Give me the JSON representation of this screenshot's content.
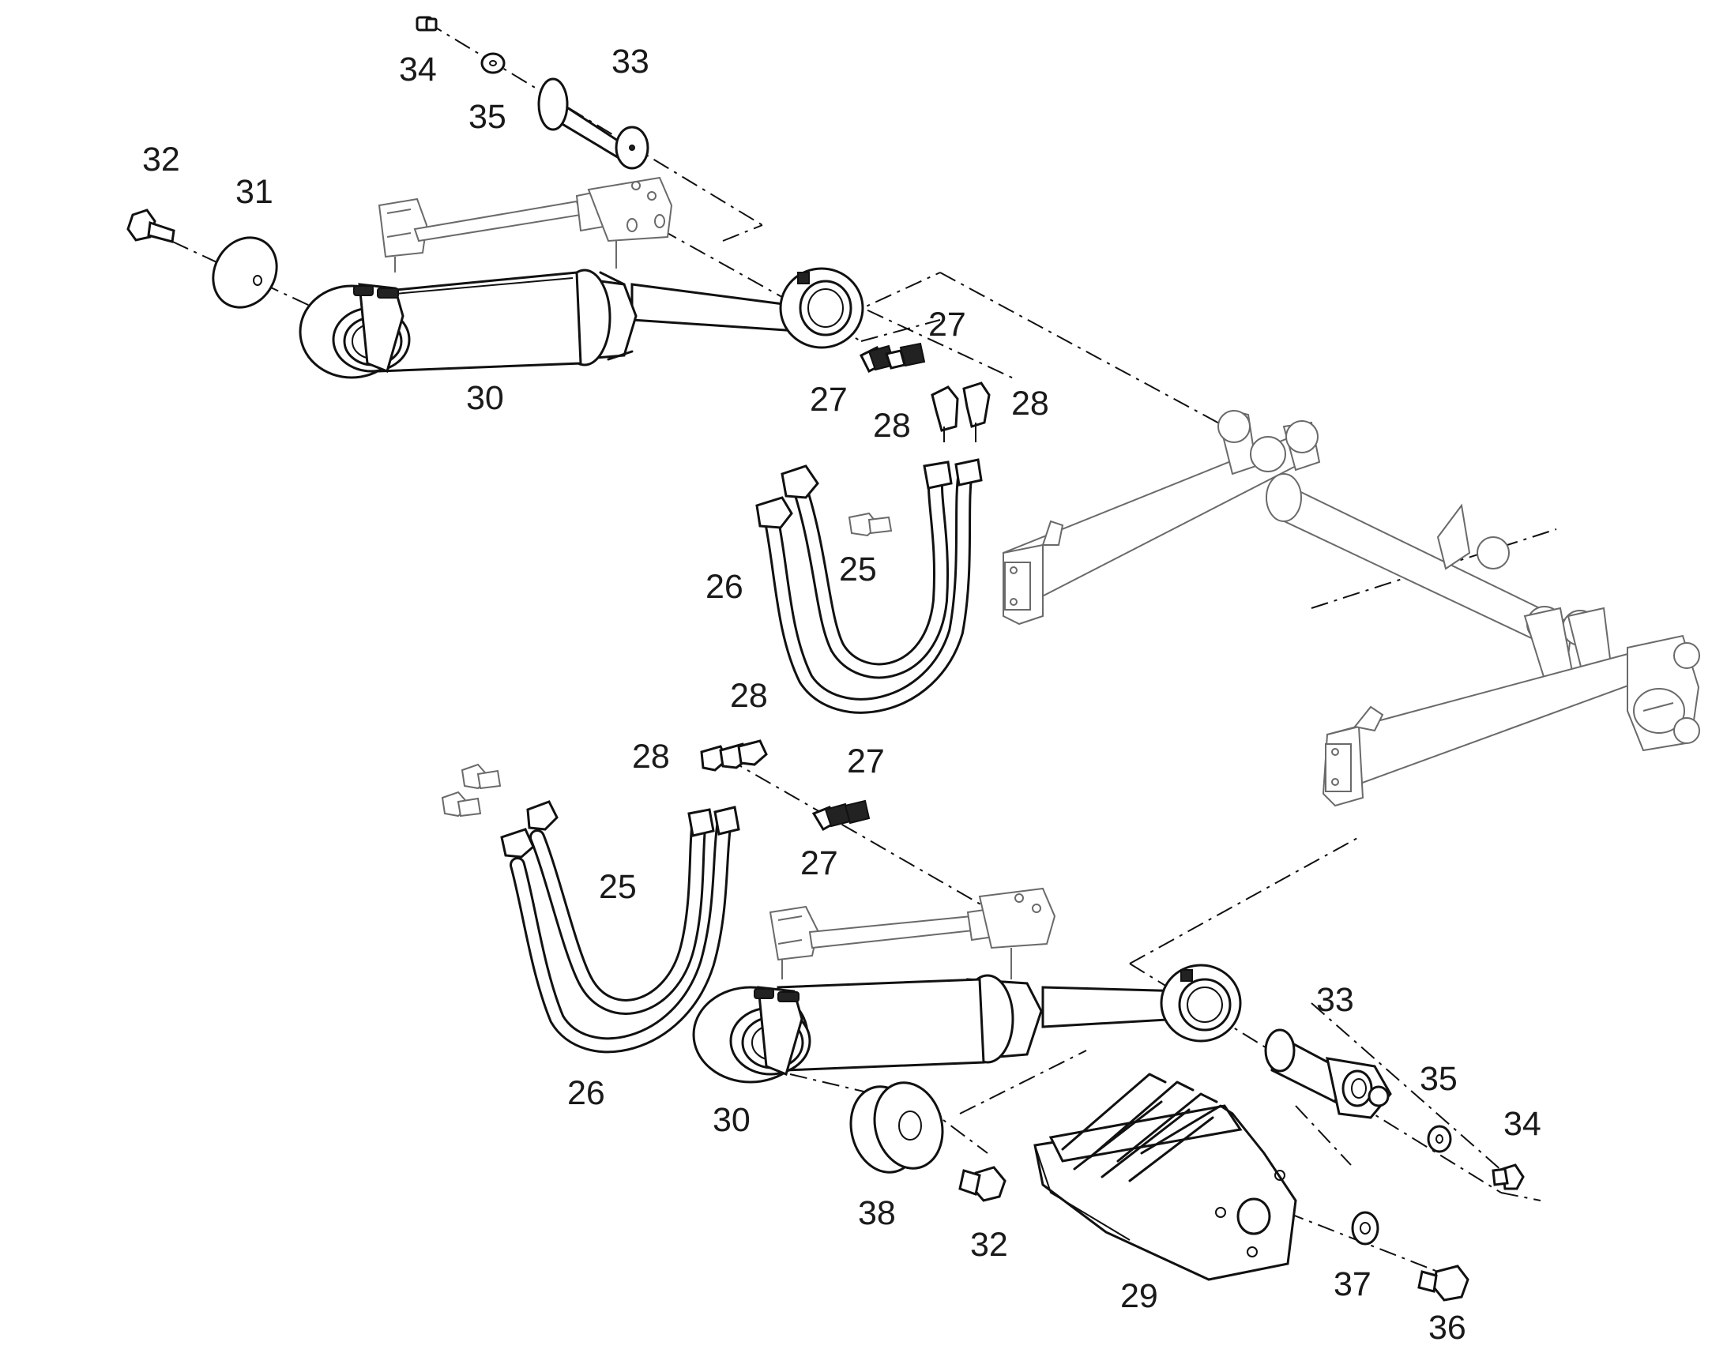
{
  "callouts": [
    {
      "id": "34",
      "text": "34"
    },
    {
      "id": "33",
      "text": "33"
    },
    {
      "id": "35",
      "text": "35"
    },
    {
      "id": "32",
      "text": "32"
    },
    {
      "id": "31",
      "text": "31"
    },
    {
      "id": "27",
      "text": "27"
    },
    {
      "id": "30",
      "text": "30"
    },
    {
      "id": "28",
      "text": "28"
    },
    {
      "id": "26",
      "text": "26"
    },
    {
      "id": "25",
      "text": "25"
    },
    {
      "id": "29",
      "text": "29"
    },
    {
      "id": "37",
      "text": "37"
    },
    {
      "id": "36",
      "text": "36"
    },
    {
      "id": "38",
      "text": "38"
    }
  ]
}
